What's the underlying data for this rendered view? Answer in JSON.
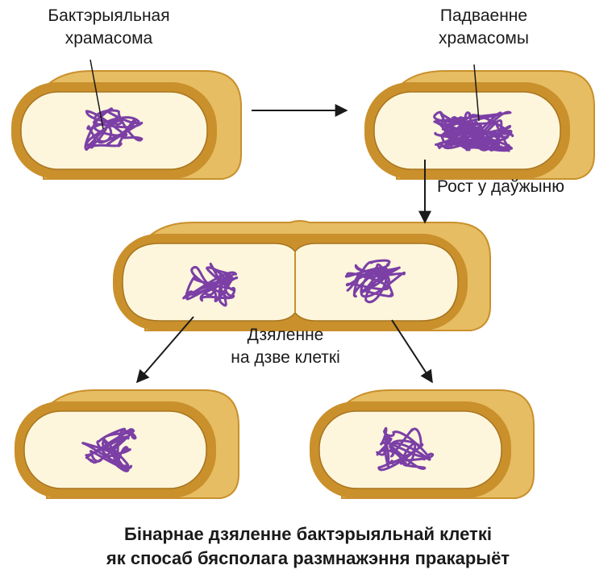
{
  "labels": {
    "bacterial_chromosome": [
      "Бактэрыяльная",
      "храмасома"
    ],
    "chromosome_doubling": [
      "Падваенне",
      "храмасомы"
    ],
    "growth": "Рост у даўжыню",
    "division": [
      "Дзяленне",
      "на дзве клеткі"
    ]
  },
  "caption": [
    "Бінарнае дзяленне бактэрыяльнай клеткі",
    "як спосаб бясполага размнажэння пракарыёт"
  ],
  "colors": {
    "cell_wall": "#c9902c",
    "cell_wall_light": "#e7bd63",
    "cytoplasm": "#fdf6dc",
    "chromosome": "#7b3fa6",
    "arrow": "#1a1a1a"
  }
}
